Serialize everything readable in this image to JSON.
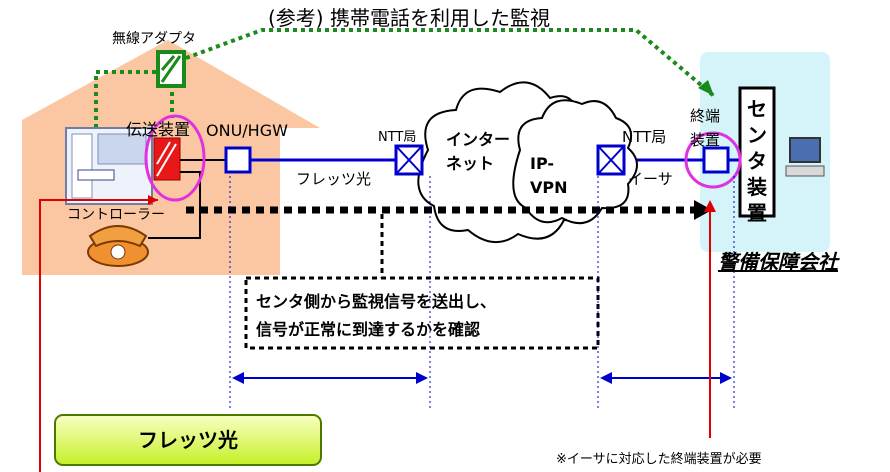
{
  "title": "(参考) 携帯電話を利用した監視",
  "labels": {
    "wireless_adapter": "無線アダプタ",
    "transmission_device": "伝送装置",
    "onu_hgw": "ONU/HGW",
    "ntt_station_left": "NTT局",
    "ntt_station_right": "NTT局",
    "flets_hikari_line": "フレッツ光",
    "ethernet": "イーサ",
    "controller": "コントローラー",
    "internet_line1": "インター",
    "internet_line2": "ネット",
    "ipvpn_line1": "IP-",
    "ipvpn_line2": "VPN",
    "terminal_line1": "終端",
    "terminal_line2": "装置",
    "center_device": "センタ装置",
    "security_company": "警備保障会社"
  },
  "note": {
    "line1": "センタ側から監視信号を送出し、",
    "line2": "信号が正常に到達するかを確認"
  },
  "footnote": "※イーサに対応した終端装置が必要",
  "flets_button": "フレッツ光",
  "colors": {
    "house": "#fbc7a2",
    "center_area": "#d4f4fa",
    "line": "#0000cc",
    "highlight_circle": "#e030e0",
    "dotted_green": "#1a8a1a",
    "red_line": "#e00000"
  }
}
